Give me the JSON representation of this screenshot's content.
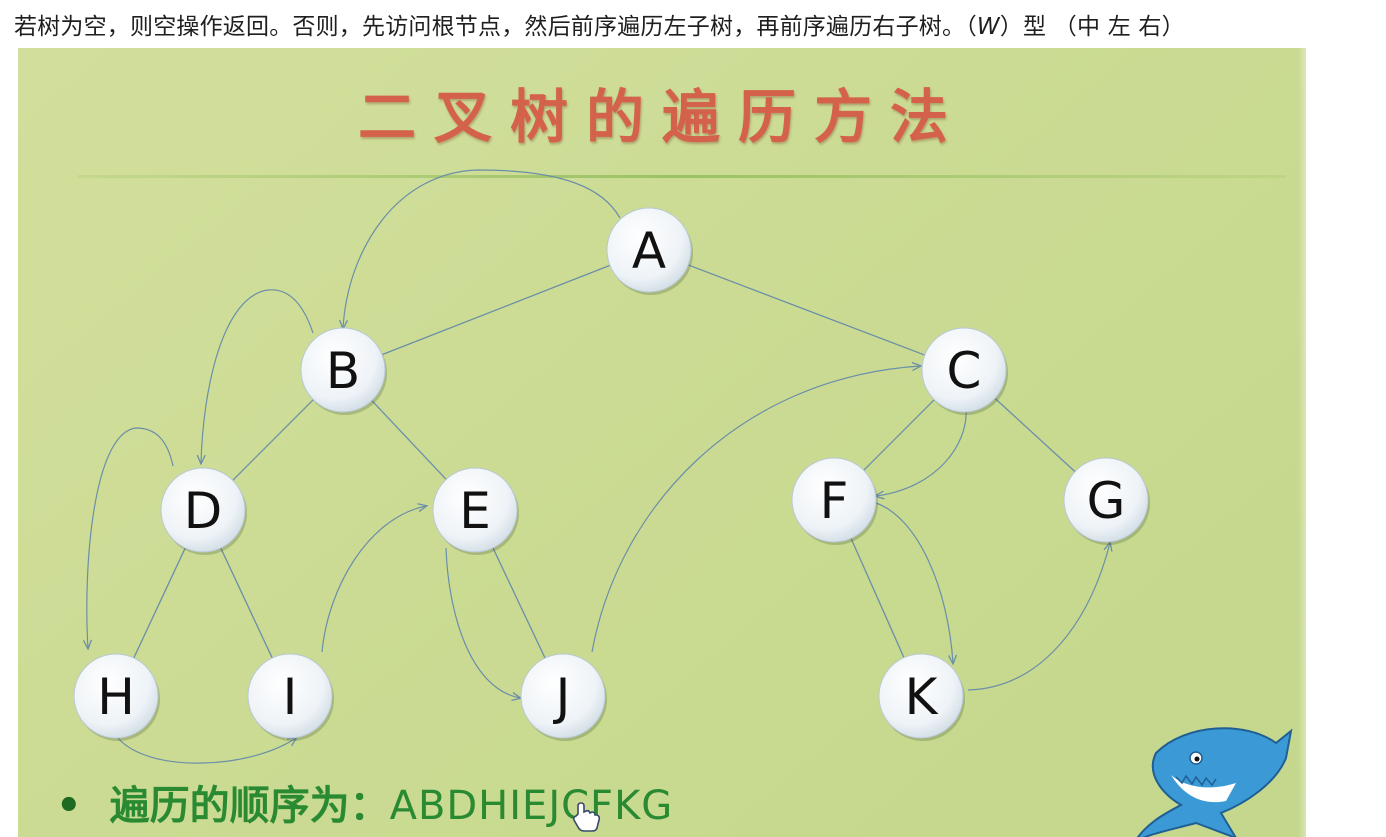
{
  "caption": {
    "text": "若树为空，则空操作返回。否则，先访问根节点，然后前序遍历左子树，再前序遍历右子树。",
    "type_mark_open": "（",
    "type_mark_letter": "W",
    "type_mark_close": "）型",
    "order_hint": "（中 左 右）"
  },
  "slide": {
    "title": "二叉树的遍历方法",
    "sequence_label": "遍历的顺序为：",
    "sequence_value": "ABDHIEJCFKG"
  },
  "tree": {
    "nodes": [
      "A",
      "B",
      "C",
      "D",
      "E",
      "F",
      "G",
      "H",
      "I",
      "J",
      "K"
    ],
    "edges": [
      [
        "A",
        "B"
      ],
      [
        "A",
        "C"
      ],
      [
        "B",
        "D"
      ],
      [
        "B",
        "E"
      ],
      [
        "D",
        "H"
      ],
      [
        "D",
        "I"
      ],
      [
        "E",
        "J"
      ],
      [
        "C",
        "F"
      ],
      [
        "C",
        "G"
      ],
      [
        "F",
        "K"
      ]
    ],
    "traversal": [
      "A",
      "B",
      "D",
      "H",
      "I",
      "E",
      "J",
      "C",
      "F",
      "K",
      "G"
    ]
  },
  "colors": {
    "slide_background": "#cbdb93",
    "title": "#d4614a",
    "sequence_text": "#2a8a32",
    "edge": "#6b8fa8",
    "node_fill": "#f4f8fb"
  }
}
